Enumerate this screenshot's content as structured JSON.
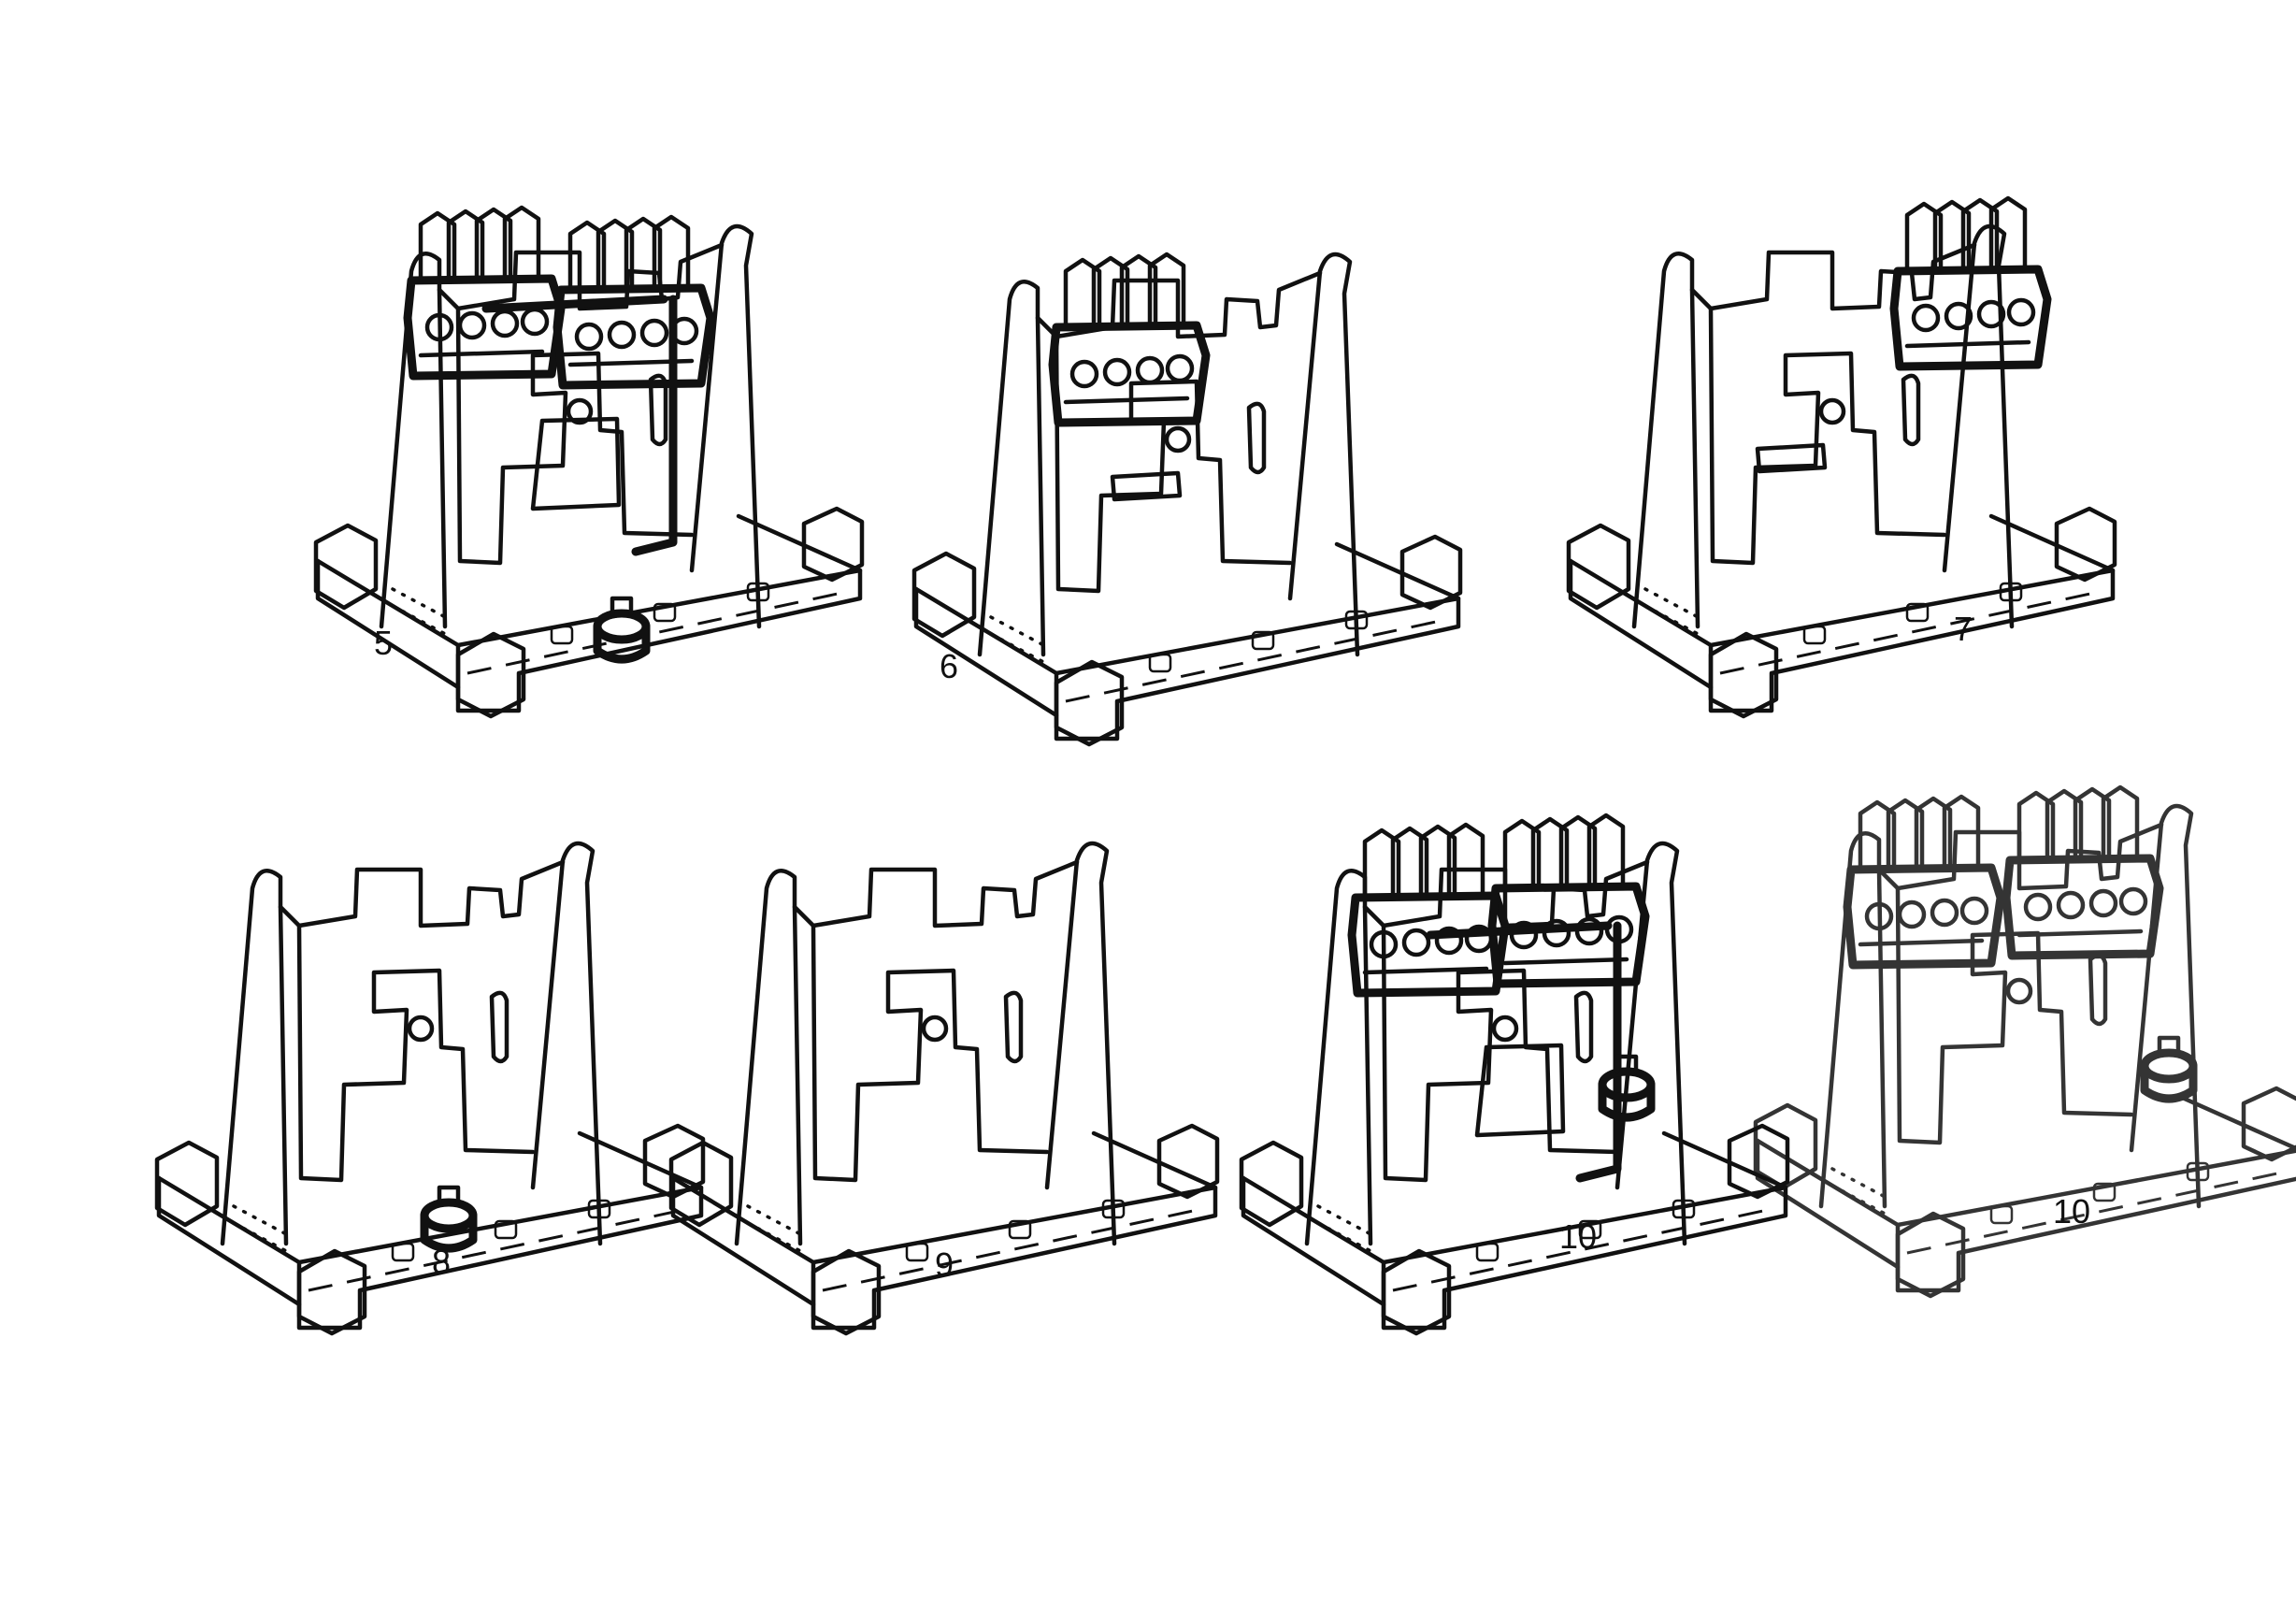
{
  "figure": {
    "ink_color": "#111111",
    "background": "#ffffff",
    "views": [
      {
        "id": "v5",
        "callout": "5",
        "equipment": "full"
      },
      {
        "id": "v6",
        "callout": "6",
        "equipment": "left-valves"
      },
      {
        "id": "v7",
        "callout": "7",
        "equipment": "right-valves"
      },
      {
        "id": "v8",
        "callout": "8",
        "equipment": "pump"
      },
      {
        "id": "v9",
        "callout": "9",
        "equipment": "none"
      },
      {
        "id": "v10a",
        "callout": "10",
        "equipment": "full"
      },
      {
        "id": "v10b",
        "callout": "10",
        "equipment": "full-faded"
      }
    ]
  }
}
